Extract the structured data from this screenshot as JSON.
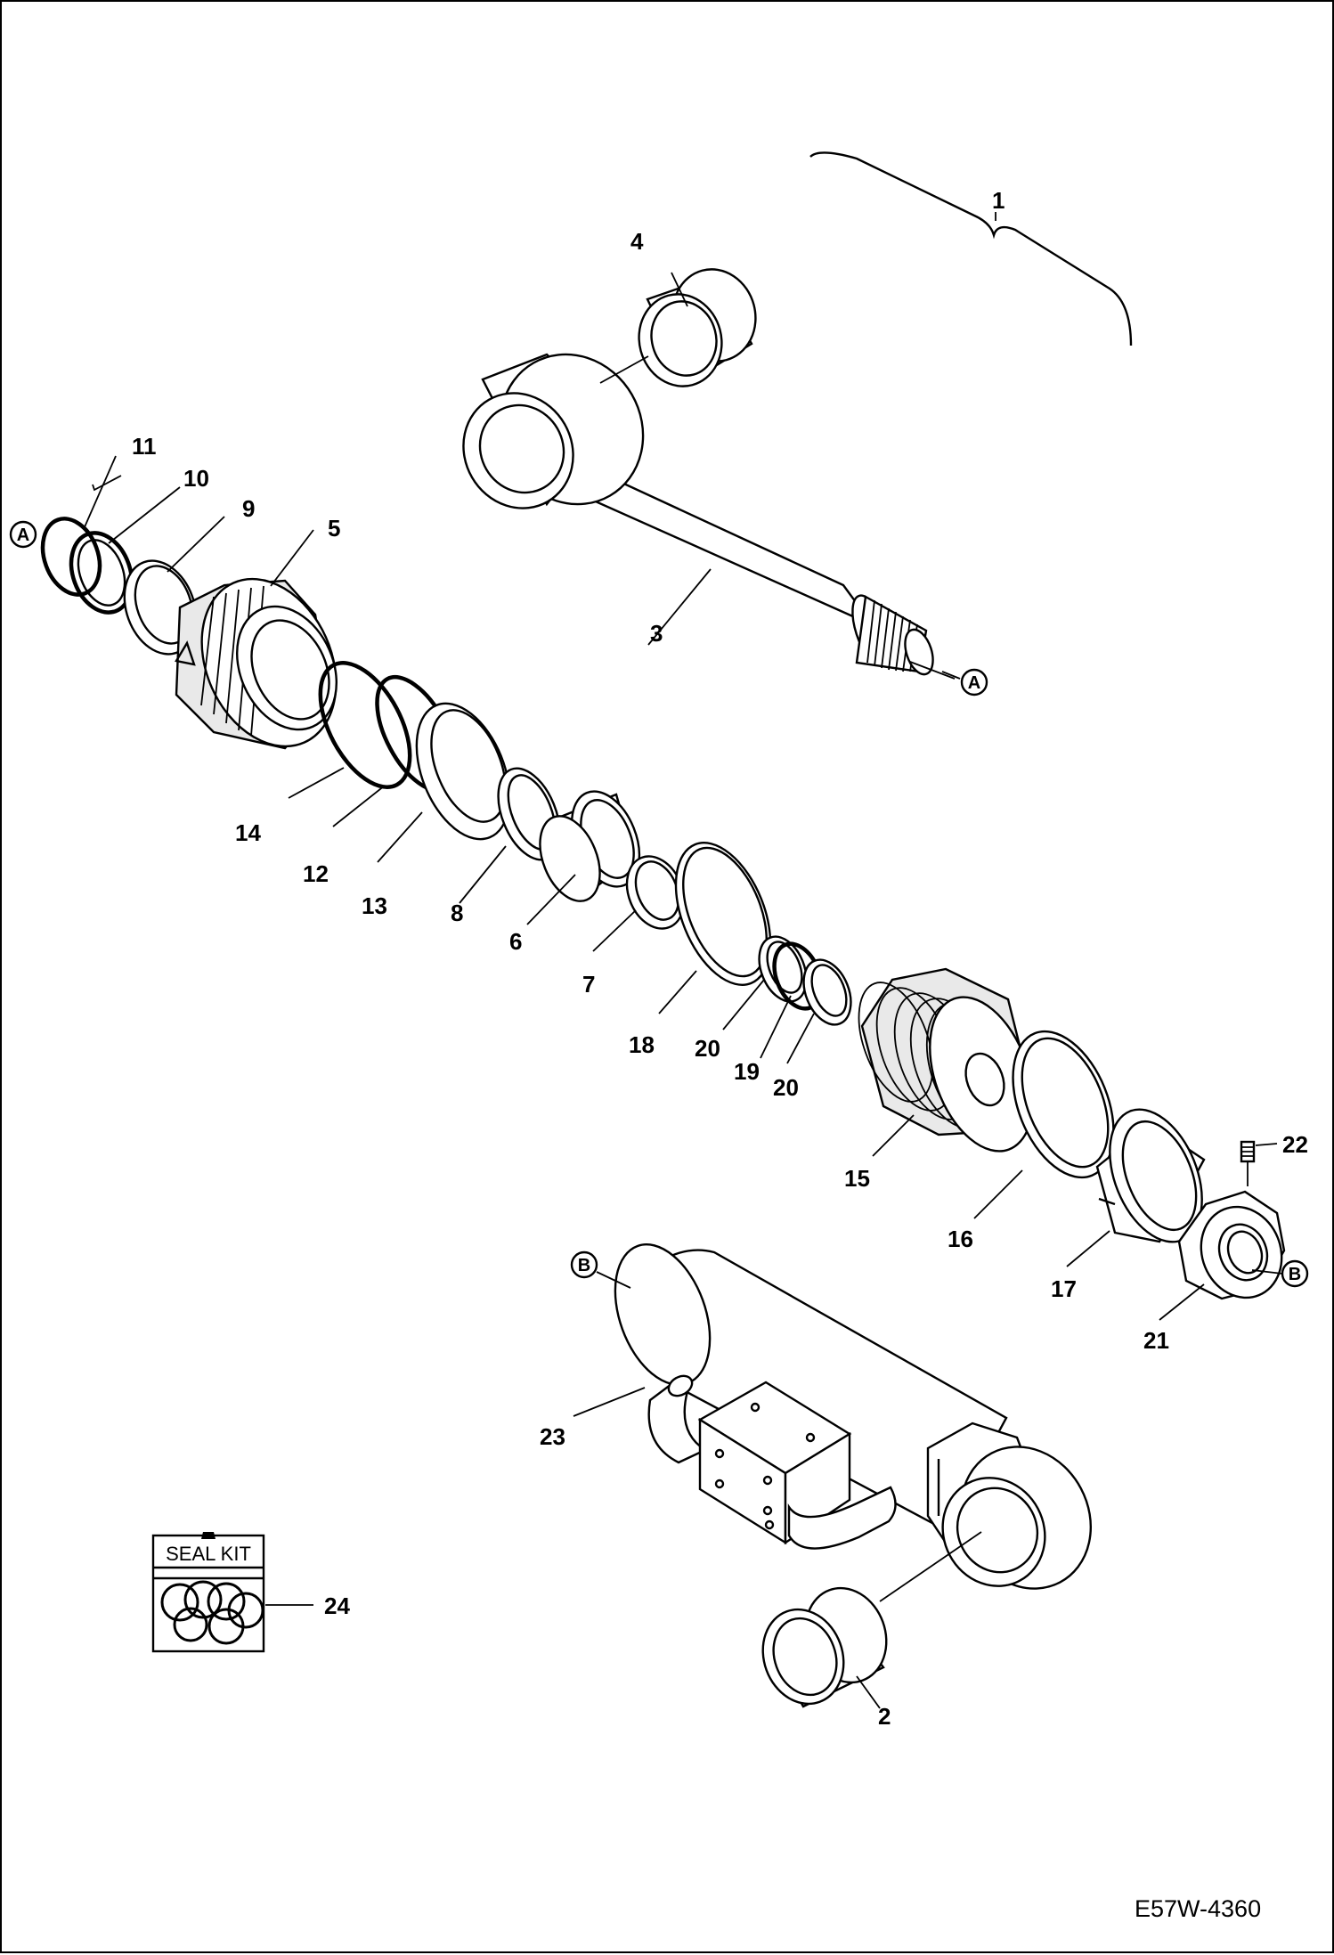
{
  "title": "",
  "drawing_code": "E57W-4360",
  "seal_kit_label": "SEAL KIT",
  "callouts": [
    {
      "id": "1",
      "text": "1"
    },
    {
      "id": "2",
      "text": "2"
    },
    {
      "id": "3",
      "text": "3"
    },
    {
      "id": "4",
      "text": "4"
    },
    {
      "id": "5",
      "text": "5"
    },
    {
      "id": "6",
      "text": "6"
    },
    {
      "id": "7",
      "text": "7"
    },
    {
      "id": "8",
      "text": "8"
    },
    {
      "id": "9",
      "text": "9"
    },
    {
      "id": "10",
      "text": "10"
    },
    {
      "id": "11",
      "text": "11"
    },
    {
      "id": "12",
      "text": "12"
    },
    {
      "id": "13",
      "text": "13"
    },
    {
      "id": "14",
      "text": "14"
    },
    {
      "id": "15",
      "text": "15"
    },
    {
      "id": "16",
      "text": "16"
    },
    {
      "id": "17",
      "text": "17"
    },
    {
      "id": "18",
      "text": "18"
    },
    {
      "id": "19",
      "text": "19"
    },
    {
      "id": "20a",
      "text": "20"
    },
    {
      "id": "20b",
      "text": "20"
    },
    {
      "id": "21",
      "text": "21"
    },
    {
      "id": "22",
      "text": "22"
    },
    {
      "id": "23",
      "text": "23"
    },
    {
      "id": "24",
      "text": "24"
    }
  ],
  "connectors": [
    {
      "id": "A1",
      "text": "A"
    },
    {
      "id": "A2",
      "text": "A"
    },
    {
      "id": "B1",
      "text": "B"
    },
    {
      "id": "B2",
      "text": "B"
    }
  ]
}
